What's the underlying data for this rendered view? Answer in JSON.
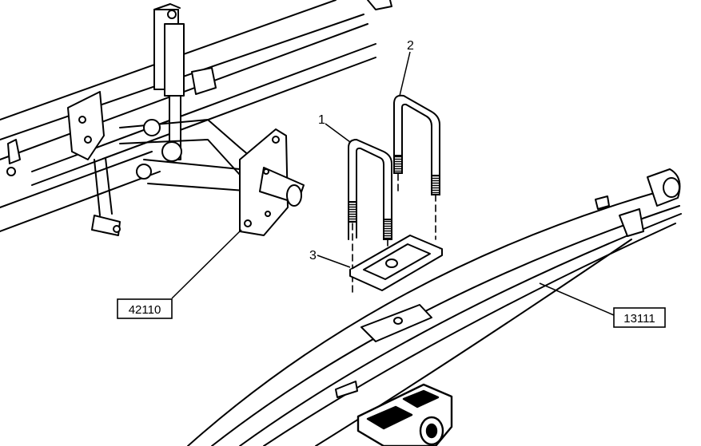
{
  "callouts": [
    {
      "id": "c1",
      "text": "1"
    },
    {
      "id": "c2",
      "text": "2"
    },
    {
      "id": "c3",
      "text": "3"
    }
  ],
  "references": [
    {
      "id": "r1",
      "text": "42110"
    },
    {
      "id": "r2",
      "text": "13111"
    }
  ],
  "colors": {
    "line": "#000000",
    "background": "#ffffff"
  }
}
